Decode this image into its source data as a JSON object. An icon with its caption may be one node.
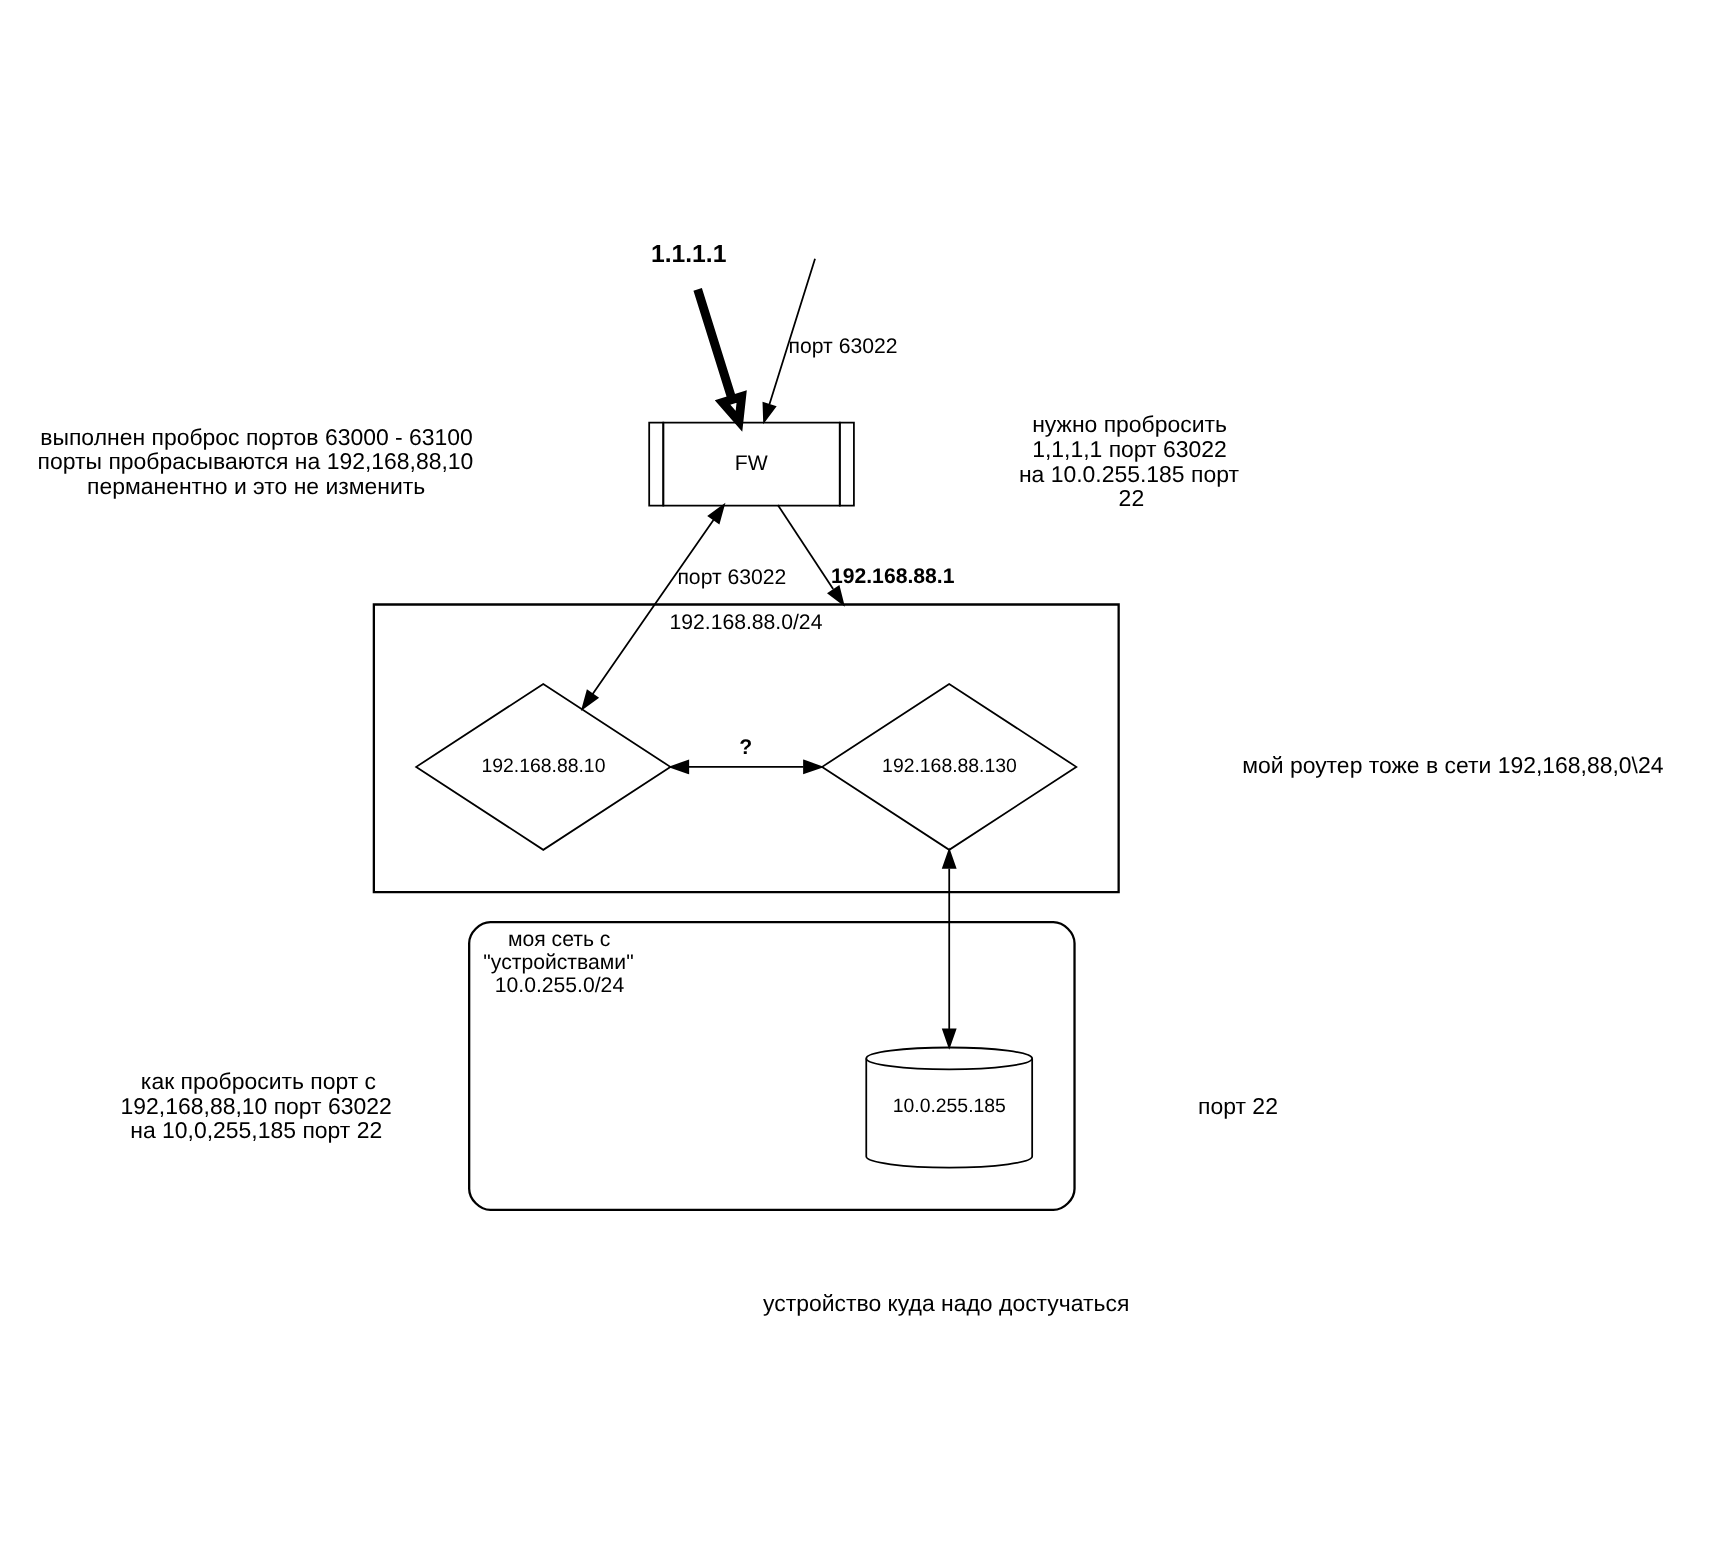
{
  "diagram": {
    "nodes": [
      {
        "text": [
          "1.1.1.1"
        ]
      },
      {
        "text": [
          "FW"
        ]
      },
      {
        "text": [
          "192.168.88.0/24"
        ]
      },
      {
        "text": [
          "192.168.88.10"
        ],
        "in": 2
      },
      {
        "text": [
          "192.168.88.130"
        ],
        "in": 2
      },
      {
        "text": [
          "моя сеть с \"устройствами\"",
          "10.0.255.0/24"
        ]
      },
      {
        "text": [
          "10.0.255.185"
        ],
        "in": 5
      }
    ],
    "edges": [
      {
        "from": 0,
        "to": 1,
        "arrow": "to",
        "style": "thick"
      },
      {
        "from": null,
        "to": 1,
        "arrow": "to",
        "label": "порт 63022"
      },
      {
        "from": 1,
        "to": 2,
        "arrow": "to",
        "label": "192.168.88.1"
      },
      {
        "from": 1,
        "to": 3,
        "arrow": "both",
        "label": "порт 63022"
      },
      {
        "from": 3,
        "to": 4,
        "arrow": "both",
        "label": "?"
      },
      {
        "from": 4,
        "to": 6,
        "arrow": "both"
      }
    ],
    "labels": [
      "выполнен проброс портов 63000 - 63100 порты пробрасываются на 192,168,88,10 перманентно и это не изменить",
      "нужно пробросить 1,1,1,1 порт 63022 на 10.0.255.185 порт 22",
      "мой роутер тоже в сети 192,168,88,0\\24",
      "как пробросить порт с 192,168,88,10 порт 63022 на 10,0,255,185 порт 22",
      "порт 22",
      "устройство куда надо достучаться"
    ]
  }
}
